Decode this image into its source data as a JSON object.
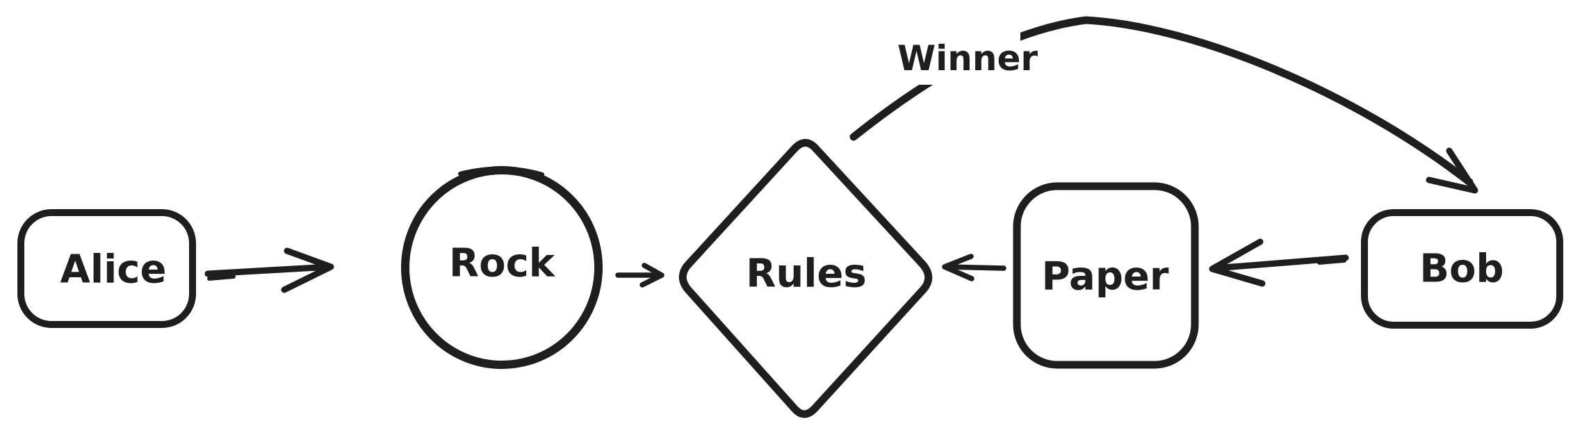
{
  "diagram": {
    "background": "#ffffff",
    "stroke_color": "#1e1e1e",
    "nodes": [
      {
        "id": "alice",
        "label": "Alice",
        "shape": "rounded-rectangle",
        "fill": "#ffffff"
      },
      {
        "id": "rock",
        "label": "Rock",
        "shape": "circle",
        "fill": "#e8ebed"
      },
      {
        "id": "rules",
        "label": "Rules",
        "shape": "diamond",
        "fill": "#ffffff"
      },
      {
        "id": "paper",
        "label": "Paper",
        "shape": "rounded-square",
        "fill": "#ffffff"
      },
      {
        "id": "bob",
        "label": "Bob",
        "shape": "rounded-rectangle",
        "fill": "#ffffff"
      }
    ],
    "edges": [
      {
        "id": "alice-to-rock",
        "from": "Alice",
        "to": "Rock",
        "style": "straight-arrow",
        "label": ""
      },
      {
        "id": "rock-to-rules",
        "from": "Rock",
        "to": "Rules",
        "style": "straight-arrow",
        "label": ""
      },
      {
        "id": "paper-to-rules",
        "from": "Paper",
        "to": "Rules",
        "style": "straight-arrow",
        "label": ""
      },
      {
        "id": "bob-to-paper",
        "from": "Bob",
        "to": "Paper",
        "style": "straight-arrow",
        "label": ""
      },
      {
        "id": "rules-to-bob",
        "from": "Rules",
        "to": "Bob",
        "style": "curved-arrow",
        "label": "Winner"
      }
    ]
  }
}
